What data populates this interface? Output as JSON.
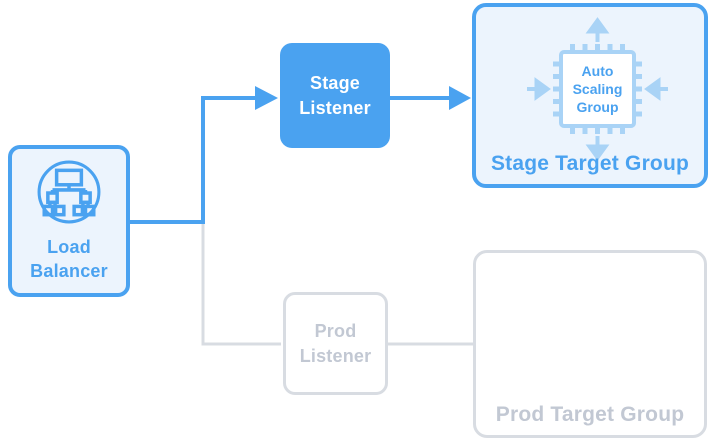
{
  "diagram": {
    "title": "Load balancer stage/prod routing diagram",
    "nodes": {
      "load_balancer": {
        "label": "Load Balancer",
        "icon": "load-balancer-icon",
        "state": "active"
      },
      "stage_listener": {
        "label": "Stage Listener",
        "state": "active"
      },
      "prod_listener": {
        "label": "Prod Listener",
        "state": "inactive"
      },
      "stage_target_group": {
        "label": "Stage Target Group",
        "icon": "auto-scaling-chip-icon",
        "icon_label": "Auto Scaling Group",
        "state": "active"
      },
      "prod_target_group": {
        "label": "Prod Target Group",
        "state": "inactive"
      }
    },
    "edges": [
      {
        "from": "load_balancer",
        "to": "stage_listener",
        "style": "arrow",
        "color": "#4AA2F0"
      },
      {
        "from": "stage_listener",
        "to": "stage_target_group",
        "style": "arrow",
        "color": "#4AA2F0"
      },
      {
        "from": "load_balancer",
        "to": "prod_listener",
        "style": "line",
        "color": "#D8DCE2"
      },
      {
        "from": "prod_listener",
        "to": "prod_target_group",
        "style": "line",
        "color": "#D8DCE2"
      }
    ],
    "colors": {
      "accent_blue": "#4AA2F0",
      "light_blue_fill": "#ECF4FD",
      "pale_blue": "#A9D3F6",
      "gray_border": "#D8DCE2",
      "gray_text": "#C2C8D3",
      "background": "#FFFFFF"
    }
  }
}
